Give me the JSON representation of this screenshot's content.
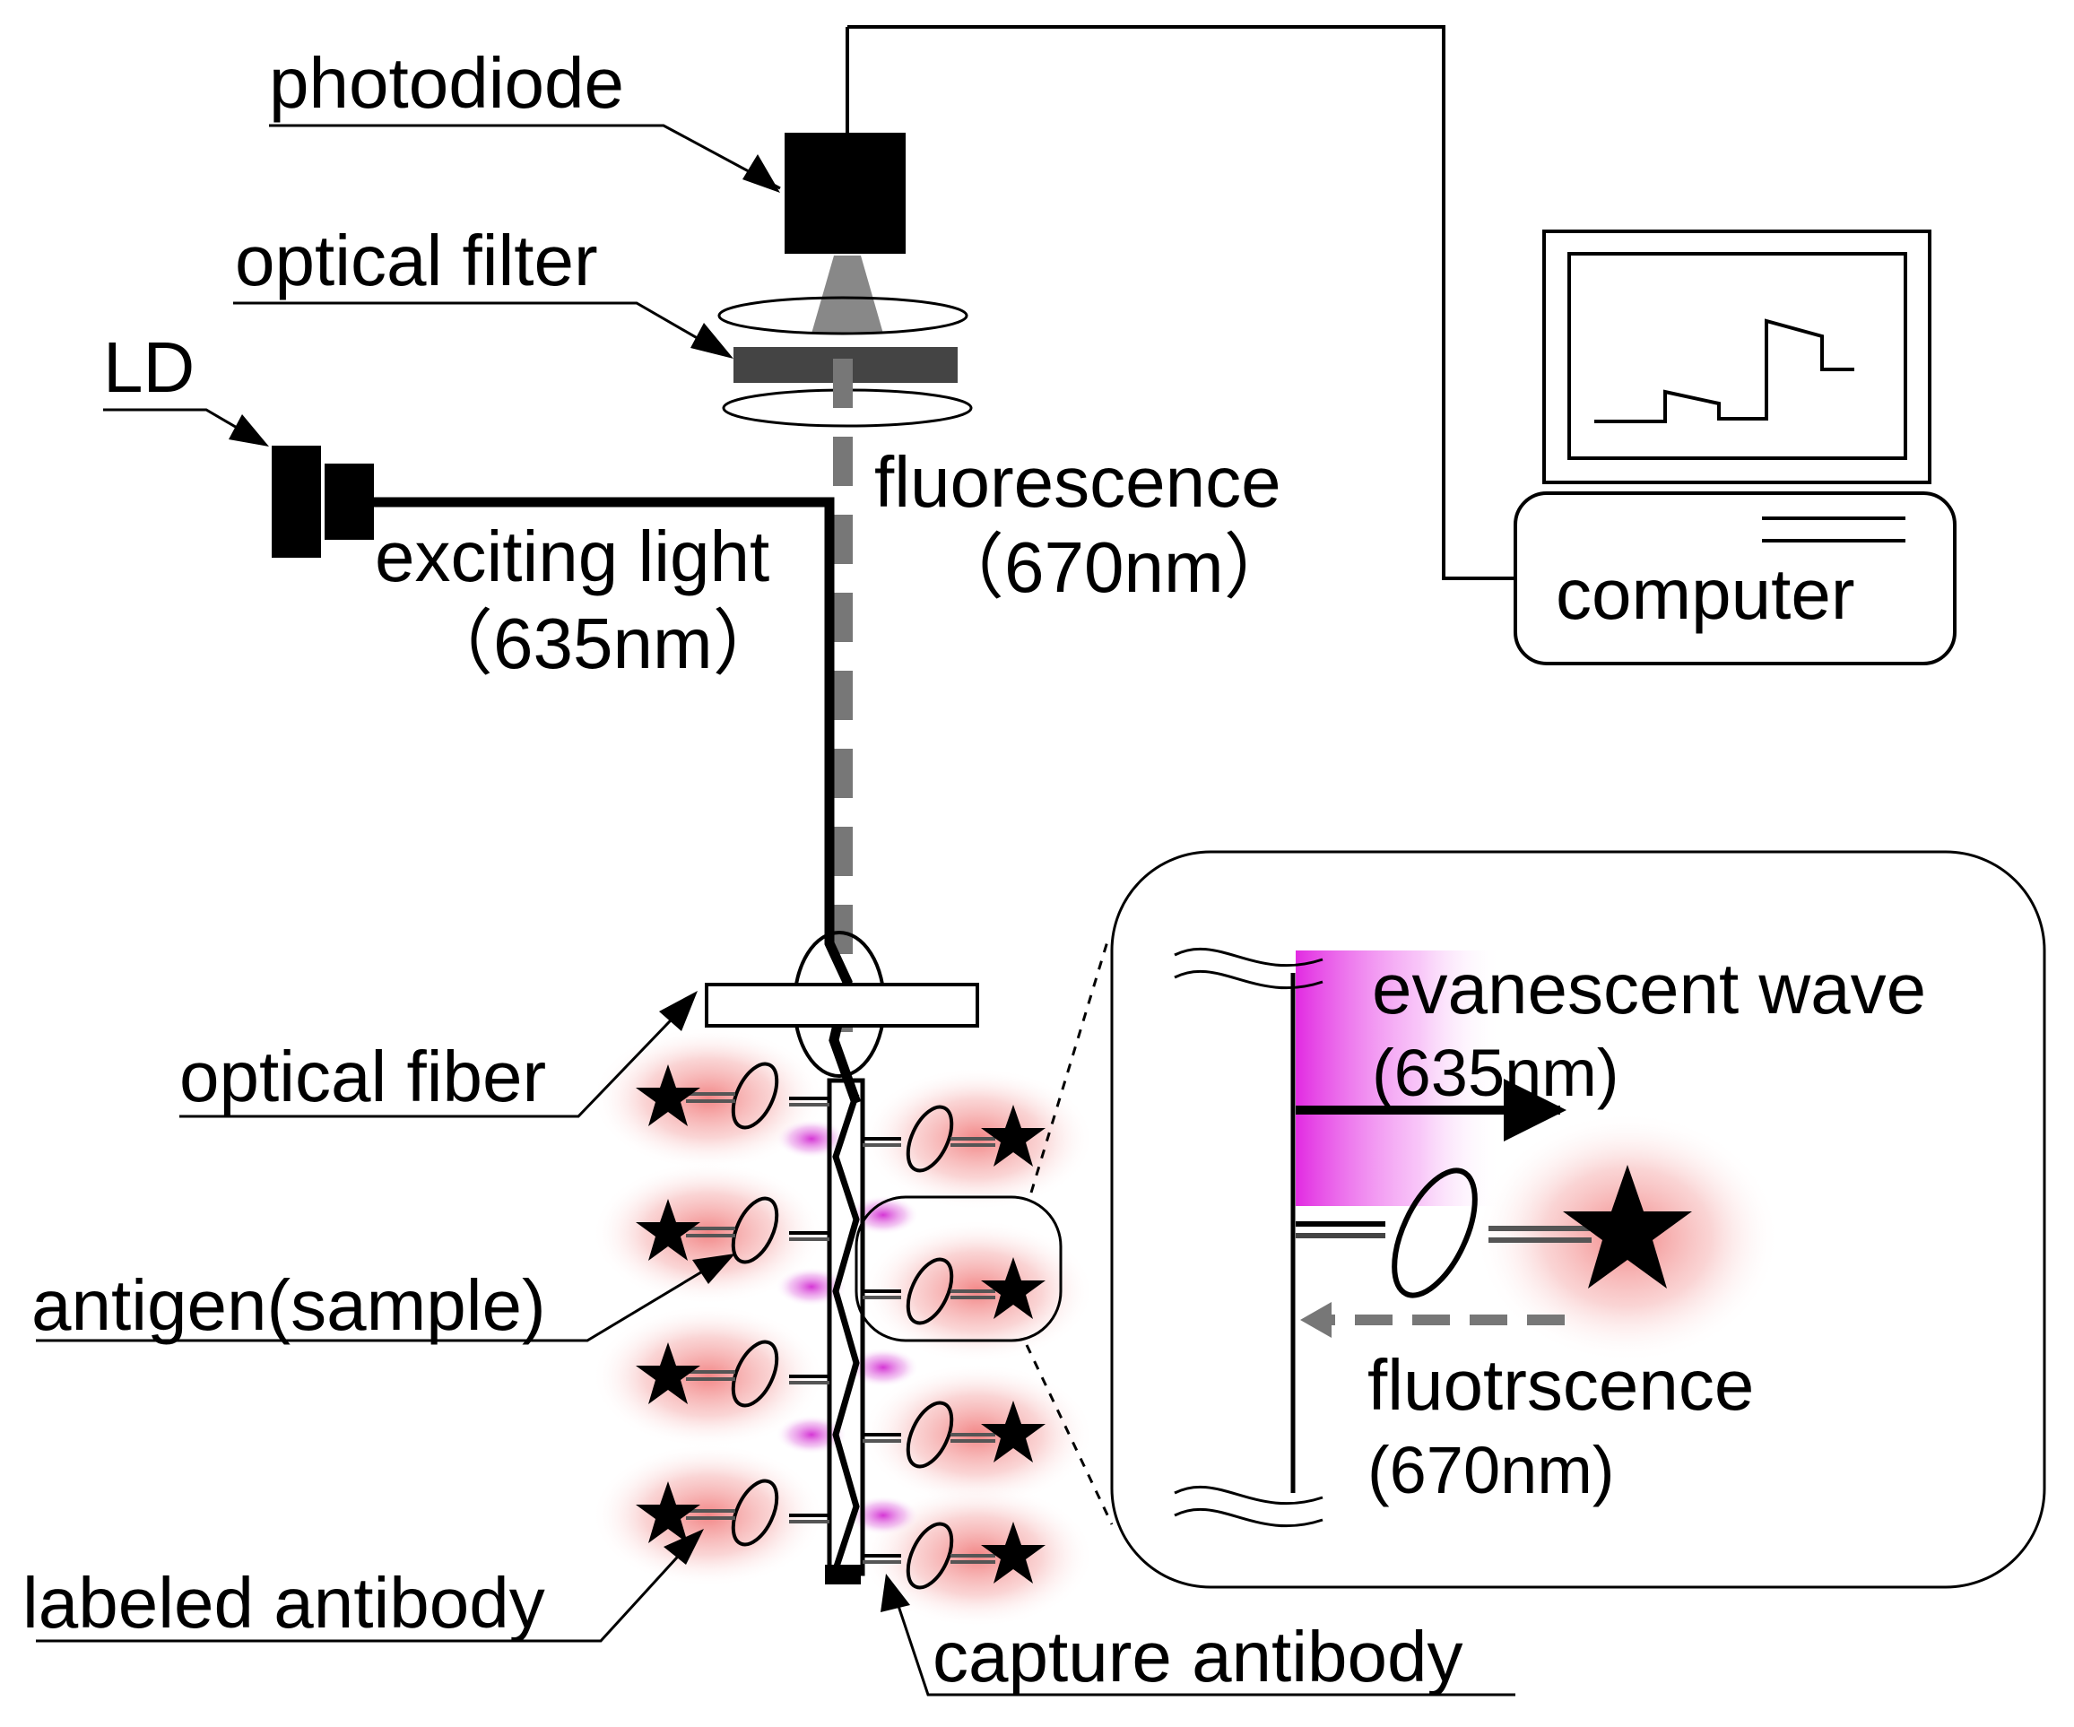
{
  "labels": {
    "photodiode": "photodiode",
    "optical_filter": "optical filter",
    "ld": "LD",
    "fluorescence": "fluorescence",
    "fluorescence_wl": "（670nm）",
    "exciting_light": "exciting light",
    "exciting_light_wl": "（635nm）",
    "computer": "computer",
    "optical_fiber": "optical fiber",
    "antigen": "antigen(sample)",
    "labeled_antibody": "labeled antibody",
    "capture_antibody": "capture antibody",
    "evanescent_wave": "evanescent wave",
    "evanescent_wl": "(635nm)",
    "fluotrscence": "fluotrscence",
    "fluotrscence_wl": "(670nm)"
  },
  "colors": {
    "ink": "#000000",
    "filter": "#444444",
    "fluorescence_beam": "#777777",
    "evanescent": "#e040e0",
    "label_glow": "#f08080"
  }
}
